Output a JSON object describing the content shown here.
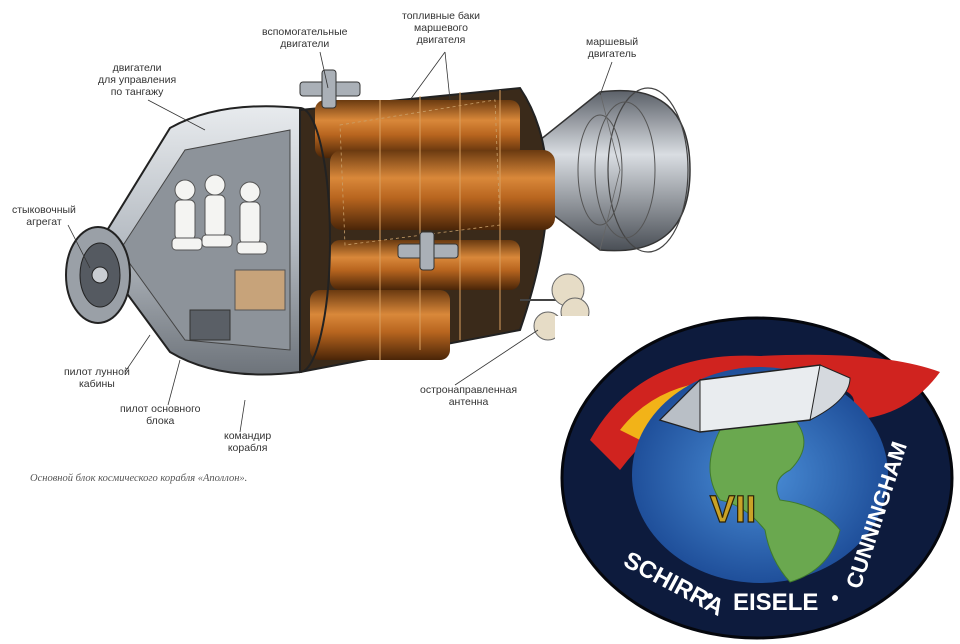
{
  "diagram": {
    "caption": "Основной блок космического корабля «Аполлон».",
    "labels": {
      "aux_engines": [
        "вспомогательные",
        "двигатели"
      ],
      "fuel_tanks": [
        "топливные баки",
        "маршевого",
        "двигателя"
      ],
      "main_engine": [
        "маршевый",
        "двигатель"
      ],
      "pitch_engines": [
        "двигатели",
        "для управления",
        "по тангажу"
      ],
      "docking_unit": [
        "стыковочный",
        "агрегат"
      ],
      "lm_pilot": [
        "пилот лунной",
        "кабины"
      ],
      "cm_pilot": [
        "пилот основного",
        "блока"
      ],
      "commander": [
        "командир",
        "корабля"
      ],
      "antenna": [
        "остронаправленная",
        "антенна"
      ]
    }
  },
  "patch": {
    "mission_number": "VII",
    "crew": [
      "SCHIRRA",
      "EISELE",
      "CUNNINGHAM"
    ],
    "colors": {
      "ring": "#0d1b3d",
      "ocean": "#2f6fc0",
      "land": "#6aa84f",
      "flame_outer": "#d0231f",
      "flame_inner": "#f2b318",
      "numeral": "#c9a227"
    }
  }
}
